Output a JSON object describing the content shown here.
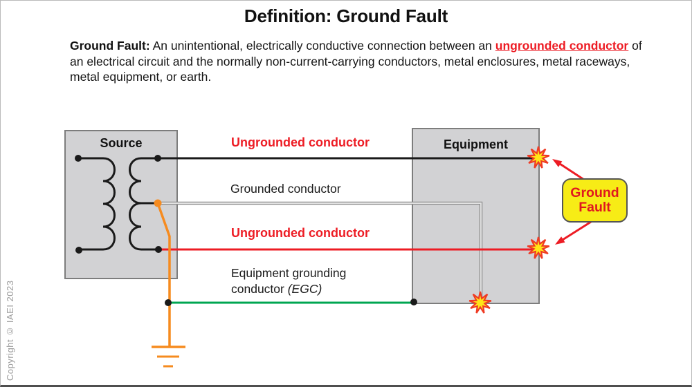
{
  "slide": {
    "title": "Definition: Ground Fault",
    "definition": {
      "lead": "Ground Fault:",
      "text_a": " An unintentional, electrically conductive connection between an ",
      "highlight": "ungrounded conductor",
      "text_b": " of an electrical circuit and the normally non-current-carrying conductors, metal enclosures, metal raceways, metal equipment, or earth."
    },
    "copyright": "Copyright © IAEI 2023"
  },
  "diagram": {
    "source_label": "Source",
    "equipment_label": "Equipment",
    "conductors": {
      "ungrounded_top": "Ungrounded conductor",
      "grounded": "Grounded conductor",
      "ungrounded_bottom": "Ungrounded conductor",
      "egc_line1": "Equipment grounding",
      "egc_line2_prefix": "conductor ",
      "egc_line2_italic": "(EGC)"
    },
    "callout": {
      "line1": "Ground",
      "line2": "Fault"
    },
    "icons": {
      "fault_points": "fault-burst-icon",
      "earth": "ground-symbol-icon",
      "transformer": "transformer-winding-icon"
    },
    "colors": {
      "ungrounded_wire_top": "#1a1a1a",
      "grounded_wire_outline": "#8f8f8f",
      "grounded_wire_core": "#e2e2e2",
      "ungrounded_wire_bottom": "#ed1c24",
      "egc_wire": "#00a651",
      "bonding_wire": "#f68b1f",
      "burst_fill": "#ffe617",
      "burst_edge": "#ef3b24",
      "callout_fill": "#f7ec16",
      "callout_text": "#e0181f",
      "label_red": "#ed1c24",
      "box_fill": "#d2d2d4",
      "box_border": "#7d7d7d"
    }
  }
}
